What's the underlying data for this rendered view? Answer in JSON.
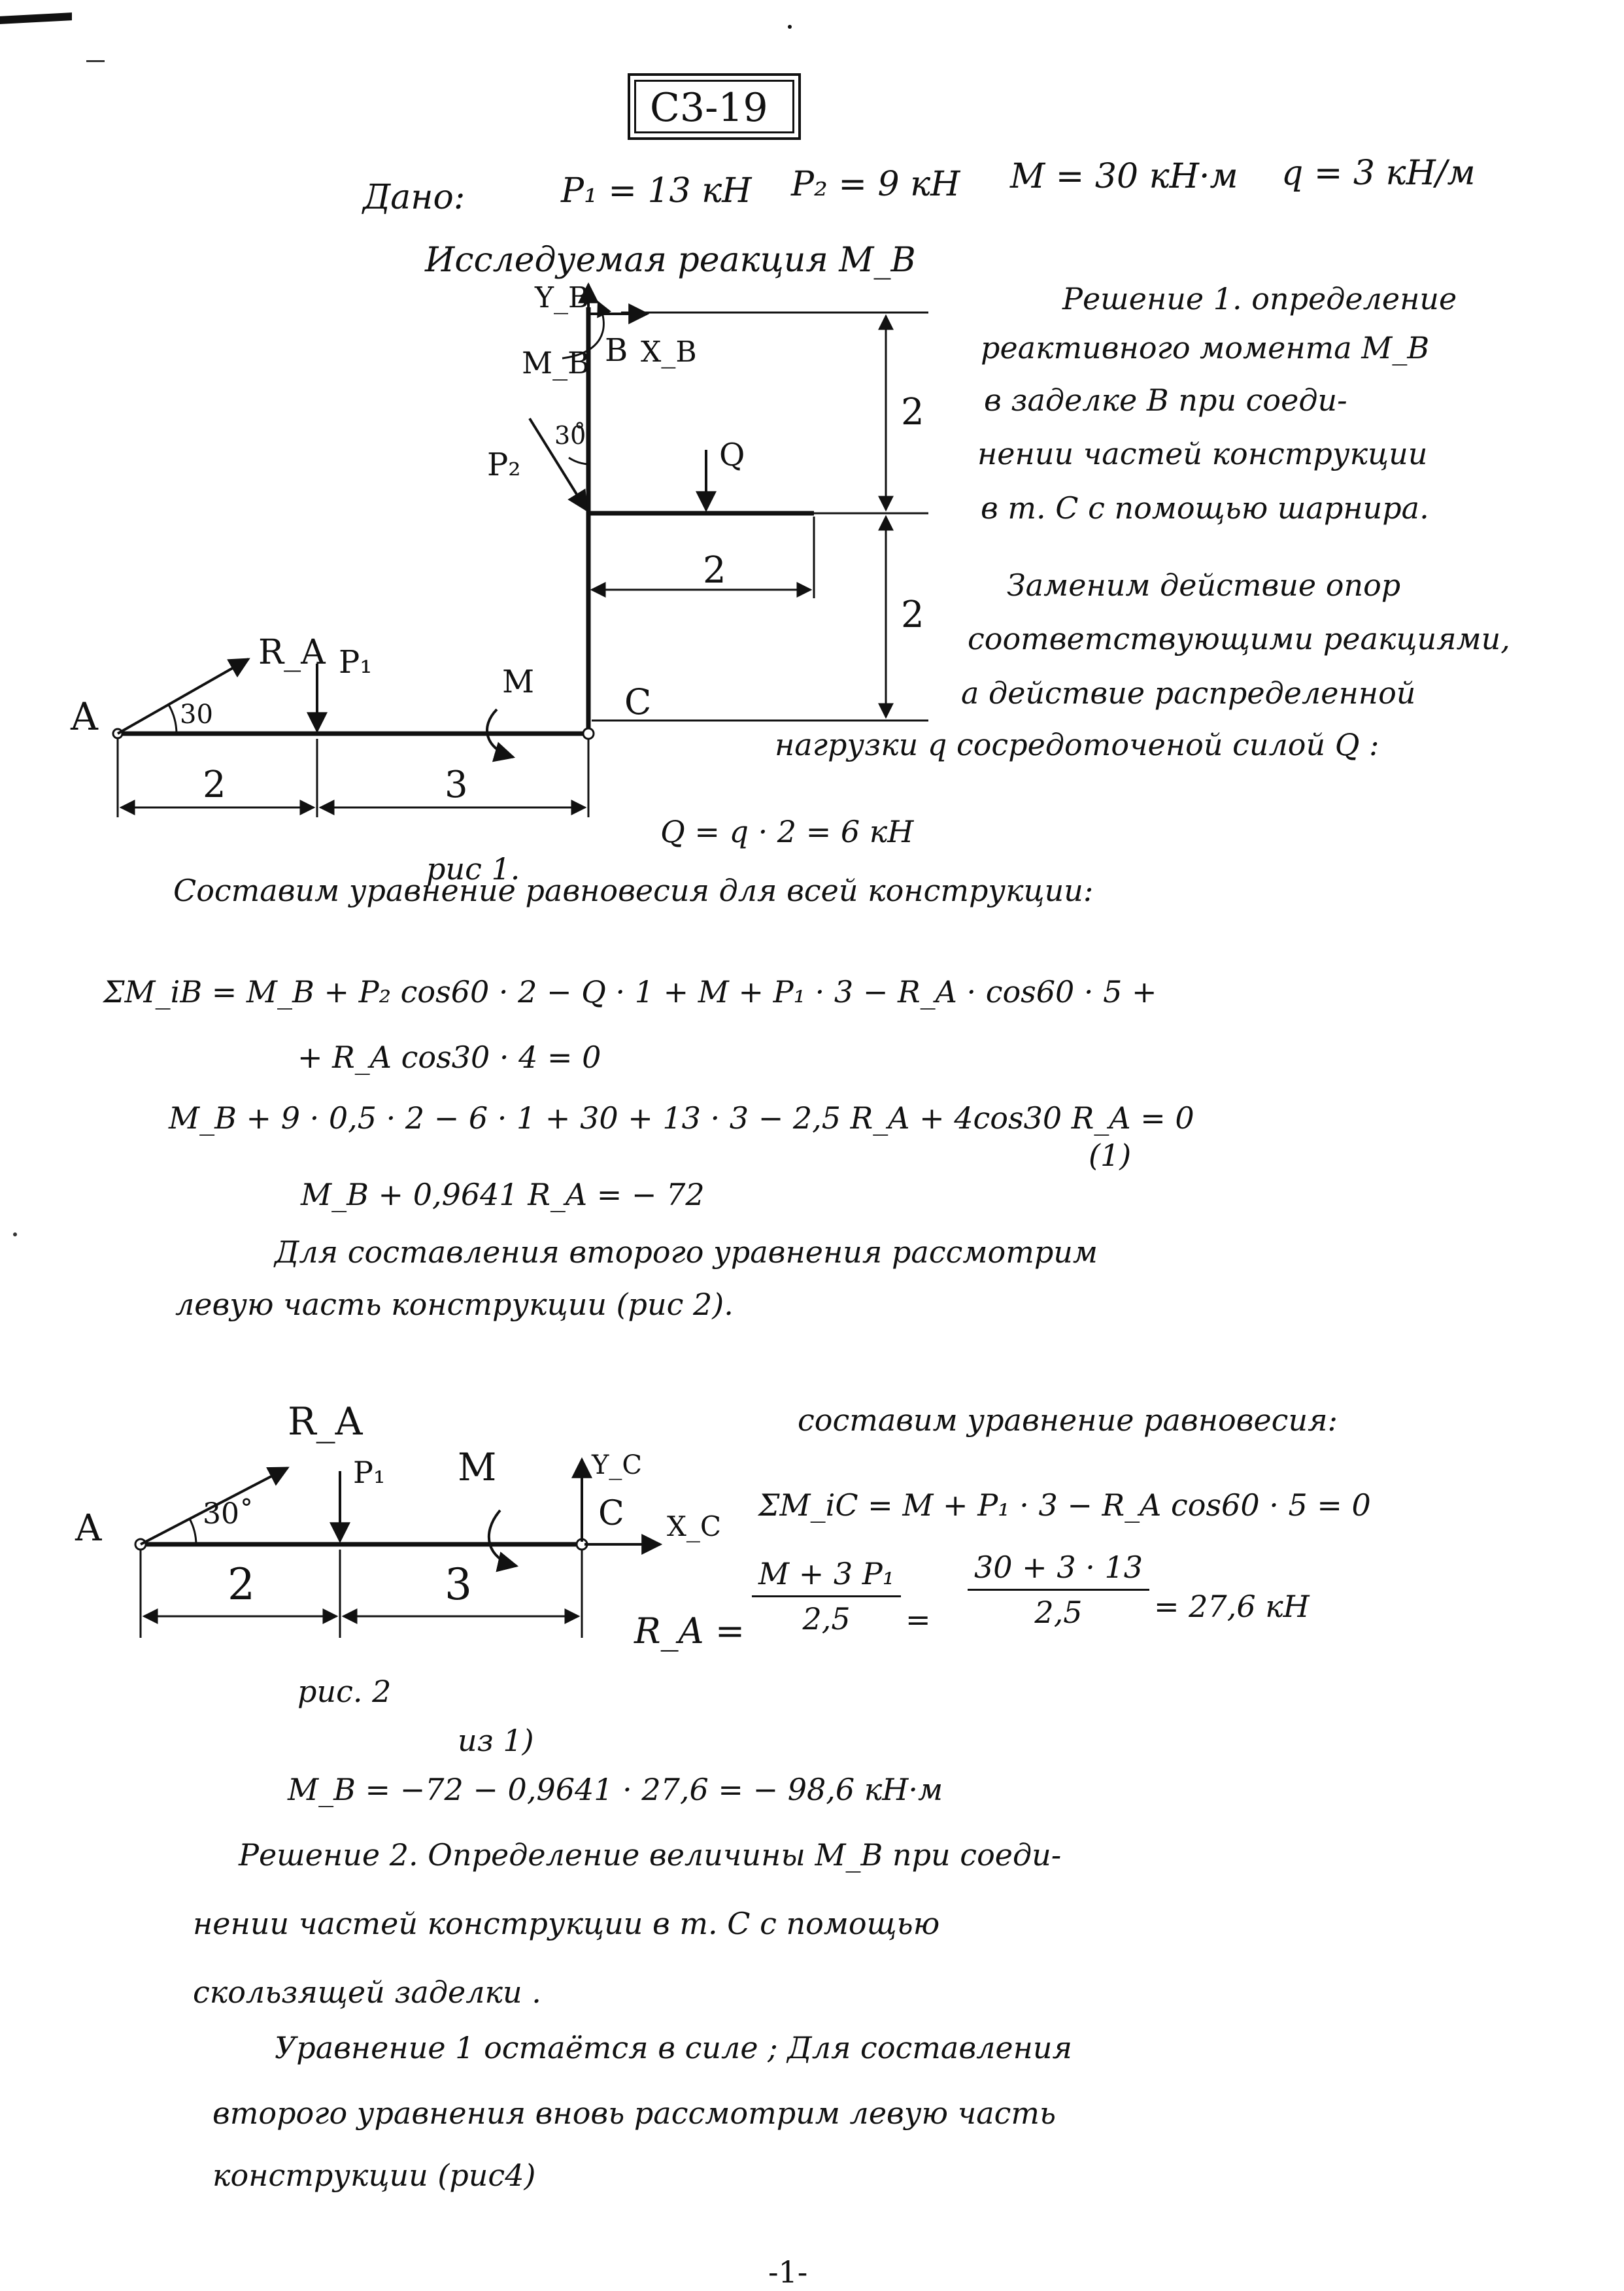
{
  "header": {
    "doc_code": "С3-19"
  },
  "given": {
    "label": "Дано:",
    "p1": "P₁ = 13 кН",
    "p2": "P₂ = 9 кН",
    "m": "M = 30 кН·м",
    "q": "q = 3 кН/м",
    "sought": "Исследуемая реакция M_B"
  },
  "fig1": {
    "caption": "рис 1.",
    "labels": {
      "A": "A",
      "C": "C",
      "B": "B",
      "RA": "R_A",
      "P1": "P₁",
      "P2": "P₂",
      "M": "M",
      "Q": "Q",
      "MB": "M_B",
      "YB": "Y_B",
      "XB": "X_B",
      "angle30a": "30",
      "angle30b": "30̊",
      "dim2a": "2",
      "dim3": "3",
      "dim2top": "2",
      "dim2bot": "2",
      "dim2q": "2"
    }
  },
  "solution1": {
    "lines": [
      "Решение 1. определение",
      "реактивного момента M_B",
      "в заделке B при соеди-",
      "нении частей конструкции",
      "в т. C с помощью шарнира.",
      "Заменим действие опор",
      "соответствующими реакциями,",
      "а действие распределенной",
      "нагрузки q сосредоточеной силой Q :"
    ],
    "q_eq": "Q = q · 2 = 6 кН"
  },
  "equilibrium": {
    "heading": "Составим уравнение равновесия для всей конструкции:",
    "eq1": "ΣM_iB = M_B + P₂ cos60 · 2 − Q · 1 + M + P₁ · 3 − R_A · cos60 · 5 +",
    "eq2": "+ R_A cos30 · 4 = 0",
    "eq3": "M_B + 9 · 0,5 · 2 − 6 · 1 + 30 + 13 · 3 − 2,5 R_A + 4cos30 R_A = 0",
    "eq_num": "(1)",
    "eq4": "M_B + 0,9641 R_A = − 72",
    "note1": "Для составления второго уравнения рассмотрим",
    "note2": "левую часть конструкции (рис 2)."
  },
  "fig2": {
    "caption": "рис. 2",
    "labels": {
      "A": "A",
      "C": "C",
      "RA": "R_A",
      "P1": "P₁",
      "M": "M",
      "YC": "Y_C",
      "XC": "X_C",
      "angle": "30˚",
      "dim2": "2",
      "dim3": "3"
    }
  },
  "equilibrium2": {
    "heading": "составим уравнение равновесия:",
    "eq": "ΣM_iC = M + P₁ · 3 − R_A cos60 · 5 = 0",
    "ra_label": "R_A =",
    "frac1_num": "M + 3 P₁",
    "frac1_den": "2,5",
    "eq_sign": "=",
    "frac2_num": "30 + 3 · 13",
    "frac2_den": "2,5",
    "result": "= 27,6 кН"
  },
  "final": {
    "from": "из 1)",
    "mb": "M_B = −72 − 0,9641 · 27,6 = − 98,6 кН·м"
  },
  "solution2": {
    "lines": [
      "Решение 2. Определение величины M_B при соеди-",
      "нении частей конструкции в т. C с помощью",
      "скользящей заделки .",
      "Уравнение 1 остаётся в силе ; Для составления",
      "второго уравнения вновь рассмотрим левую часть",
      "конструкции (рис4)"
    ]
  },
  "footer": {
    "page": "-1-"
  }
}
